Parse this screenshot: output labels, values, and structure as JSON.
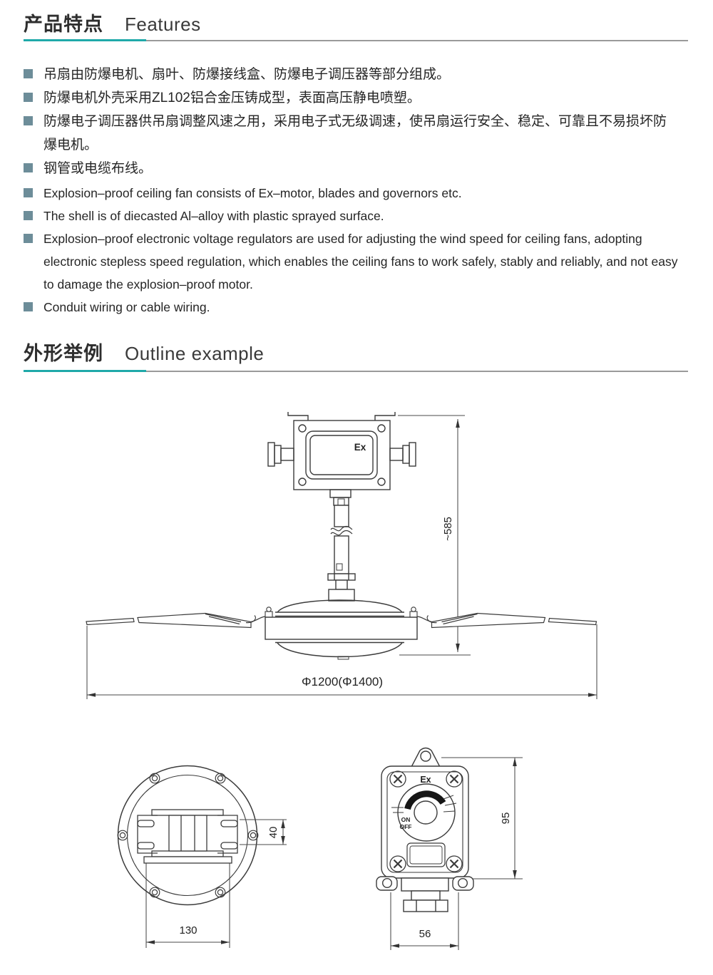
{
  "features": {
    "title_cn": "产品特点",
    "title_en": "Features",
    "bullets_cn": [
      "吊扇由防爆电机、扇叶、防爆接线盒、防爆电子调压器等部分组成。",
      "防爆电机外壳采用ZL102铝合金压铸成型，表面高压静电喷塑。",
      "防爆电子调压器供吊扇调整风速之用，采用电子式无级调速，使吊扇运行安全、稳定、可靠且不易损坏防爆电机。",
      "钢管或电缆布线。"
    ],
    "bullets_en": [
      "Explosion–proof ceiling fan consists of Ex–motor, blades and  governors etc.",
      "The shell is of diecasted Al–alloy  with plastic sprayed surface.",
      "Explosion–proof electronic voltage regulators are used for adjusting  the wind speed for ceiling fans, adopting electronic stepless speed regulation, which enables the ceiling fans to work safely, stably and reliably, and not easy to damage the explosion–proof motor.",
      "Conduit wiring or cable wiring."
    ]
  },
  "outline": {
    "title_cn": "外形举例",
    "title_en": "Outline example"
  },
  "drawing": {
    "fan": {
      "ex_label": "Ex",
      "height_dim": "~585",
      "diameter_dim": "Φ1200(Φ1400)"
    },
    "plate": {
      "slot_dim": "40",
      "width_dim": "130"
    },
    "controller": {
      "ex_label": "Ex",
      "on_label": "ON",
      "off_label": "OFF",
      "height_dim": "95",
      "width_dim": "56"
    }
  },
  "colors": {
    "accent_teal": "#1FA9A9",
    "rule_gray": "#9A9A9A",
    "bullet_square": "#6D8D99",
    "line_dark": "#3B3B3B"
  }
}
